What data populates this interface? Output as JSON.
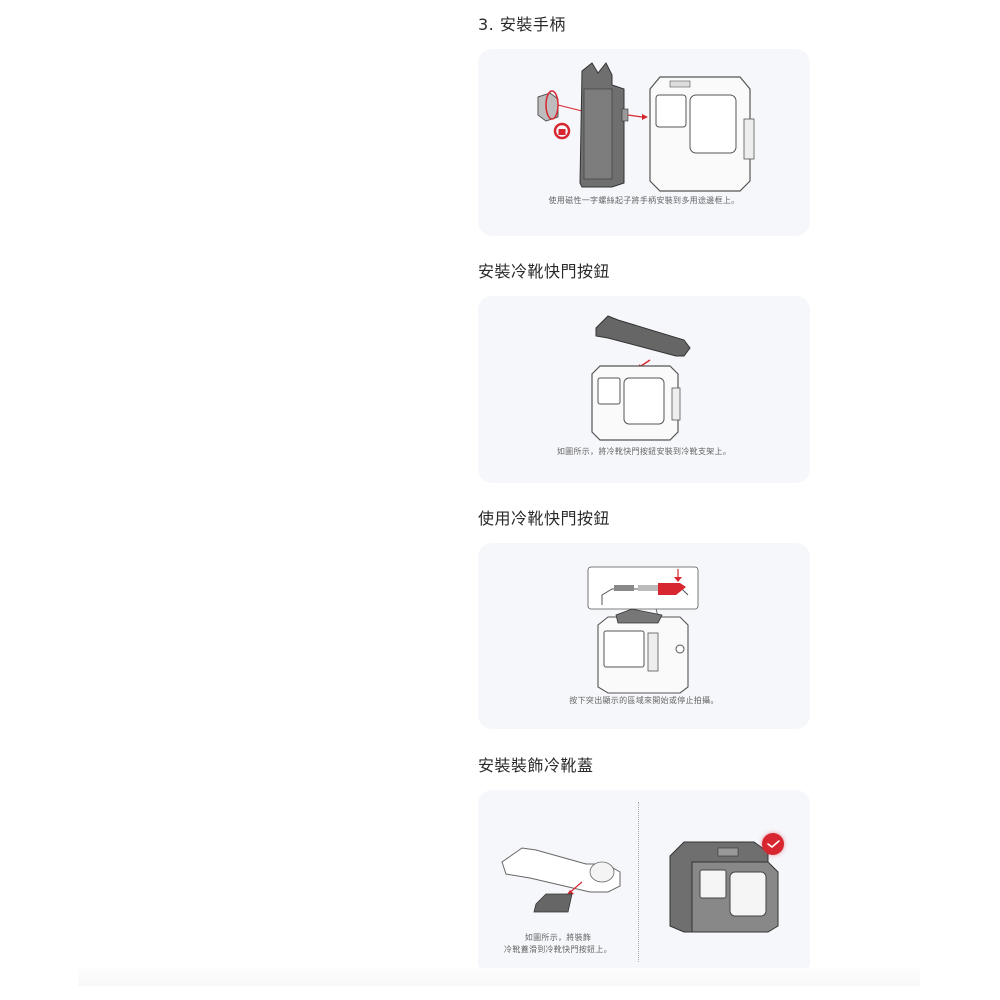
{
  "sections": [
    {
      "heading": "3. 安裝手柄",
      "caption": "使用磁性一字螺絲起子將手柄安裝到多用途邊框上。",
      "illustration": "handle-attach-to-frame",
      "accent_marks": [
        "red-rotate-arrow",
        "red-lock-icon",
        "red-insert-arrow"
      ]
    },
    {
      "heading": "安裝冷靴快門按鈕",
      "caption": "如圖所示，將冷靴快門按鈕安裝到冷靴支架上。",
      "illustration": "cold-shoe-button-onto-frame",
      "accent_marks": [
        "red-down-arrow"
      ]
    },
    {
      "heading": "使用冷靴快門按鈕",
      "caption": "按下突出顯示的區域來開始或停止拍攝。",
      "illustration": "press-highlighted-button-callout",
      "accent_marks": [
        "red-press-arrow",
        "red-highlight"
      ]
    },
    {
      "heading": "安裝裝飾冷靴蓋",
      "caption_lines": [
        "如圖所示，將裝飾",
        "冷靴蓋滑到冷靴快門按鈕上。"
      ],
      "illustration_left": "cover-slide-onto-button",
      "illustration_right": "assembled-camera-cage",
      "badge": "check-badge"
    }
  ],
  "colors": {
    "card_bg": "#f6f7fb",
    "accent_red": "#d7262f",
    "heading": "#2a2a2a",
    "caption": "#666666"
  }
}
